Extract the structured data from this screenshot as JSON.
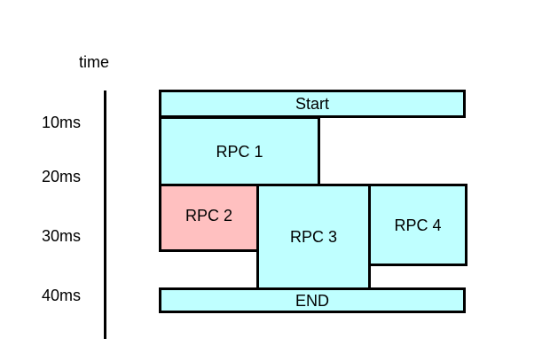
{
  "axis": {
    "title": "time",
    "ticks": [
      "10ms",
      "20ms",
      "30ms",
      "40ms"
    ]
  },
  "colors": {
    "cyan_fill": "#bfffff",
    "pink_fill": "#ffc0c0",
    "stroke": "#000000"
  },
  "boxes": {
    "start": "Start",
    "rpc1": "RPC 1",
    "rpc2": "RPC 2",
    "rpc3": "RPC 3",
    "rpc4": "RPC 4",
    "end": "END"
  }
}
